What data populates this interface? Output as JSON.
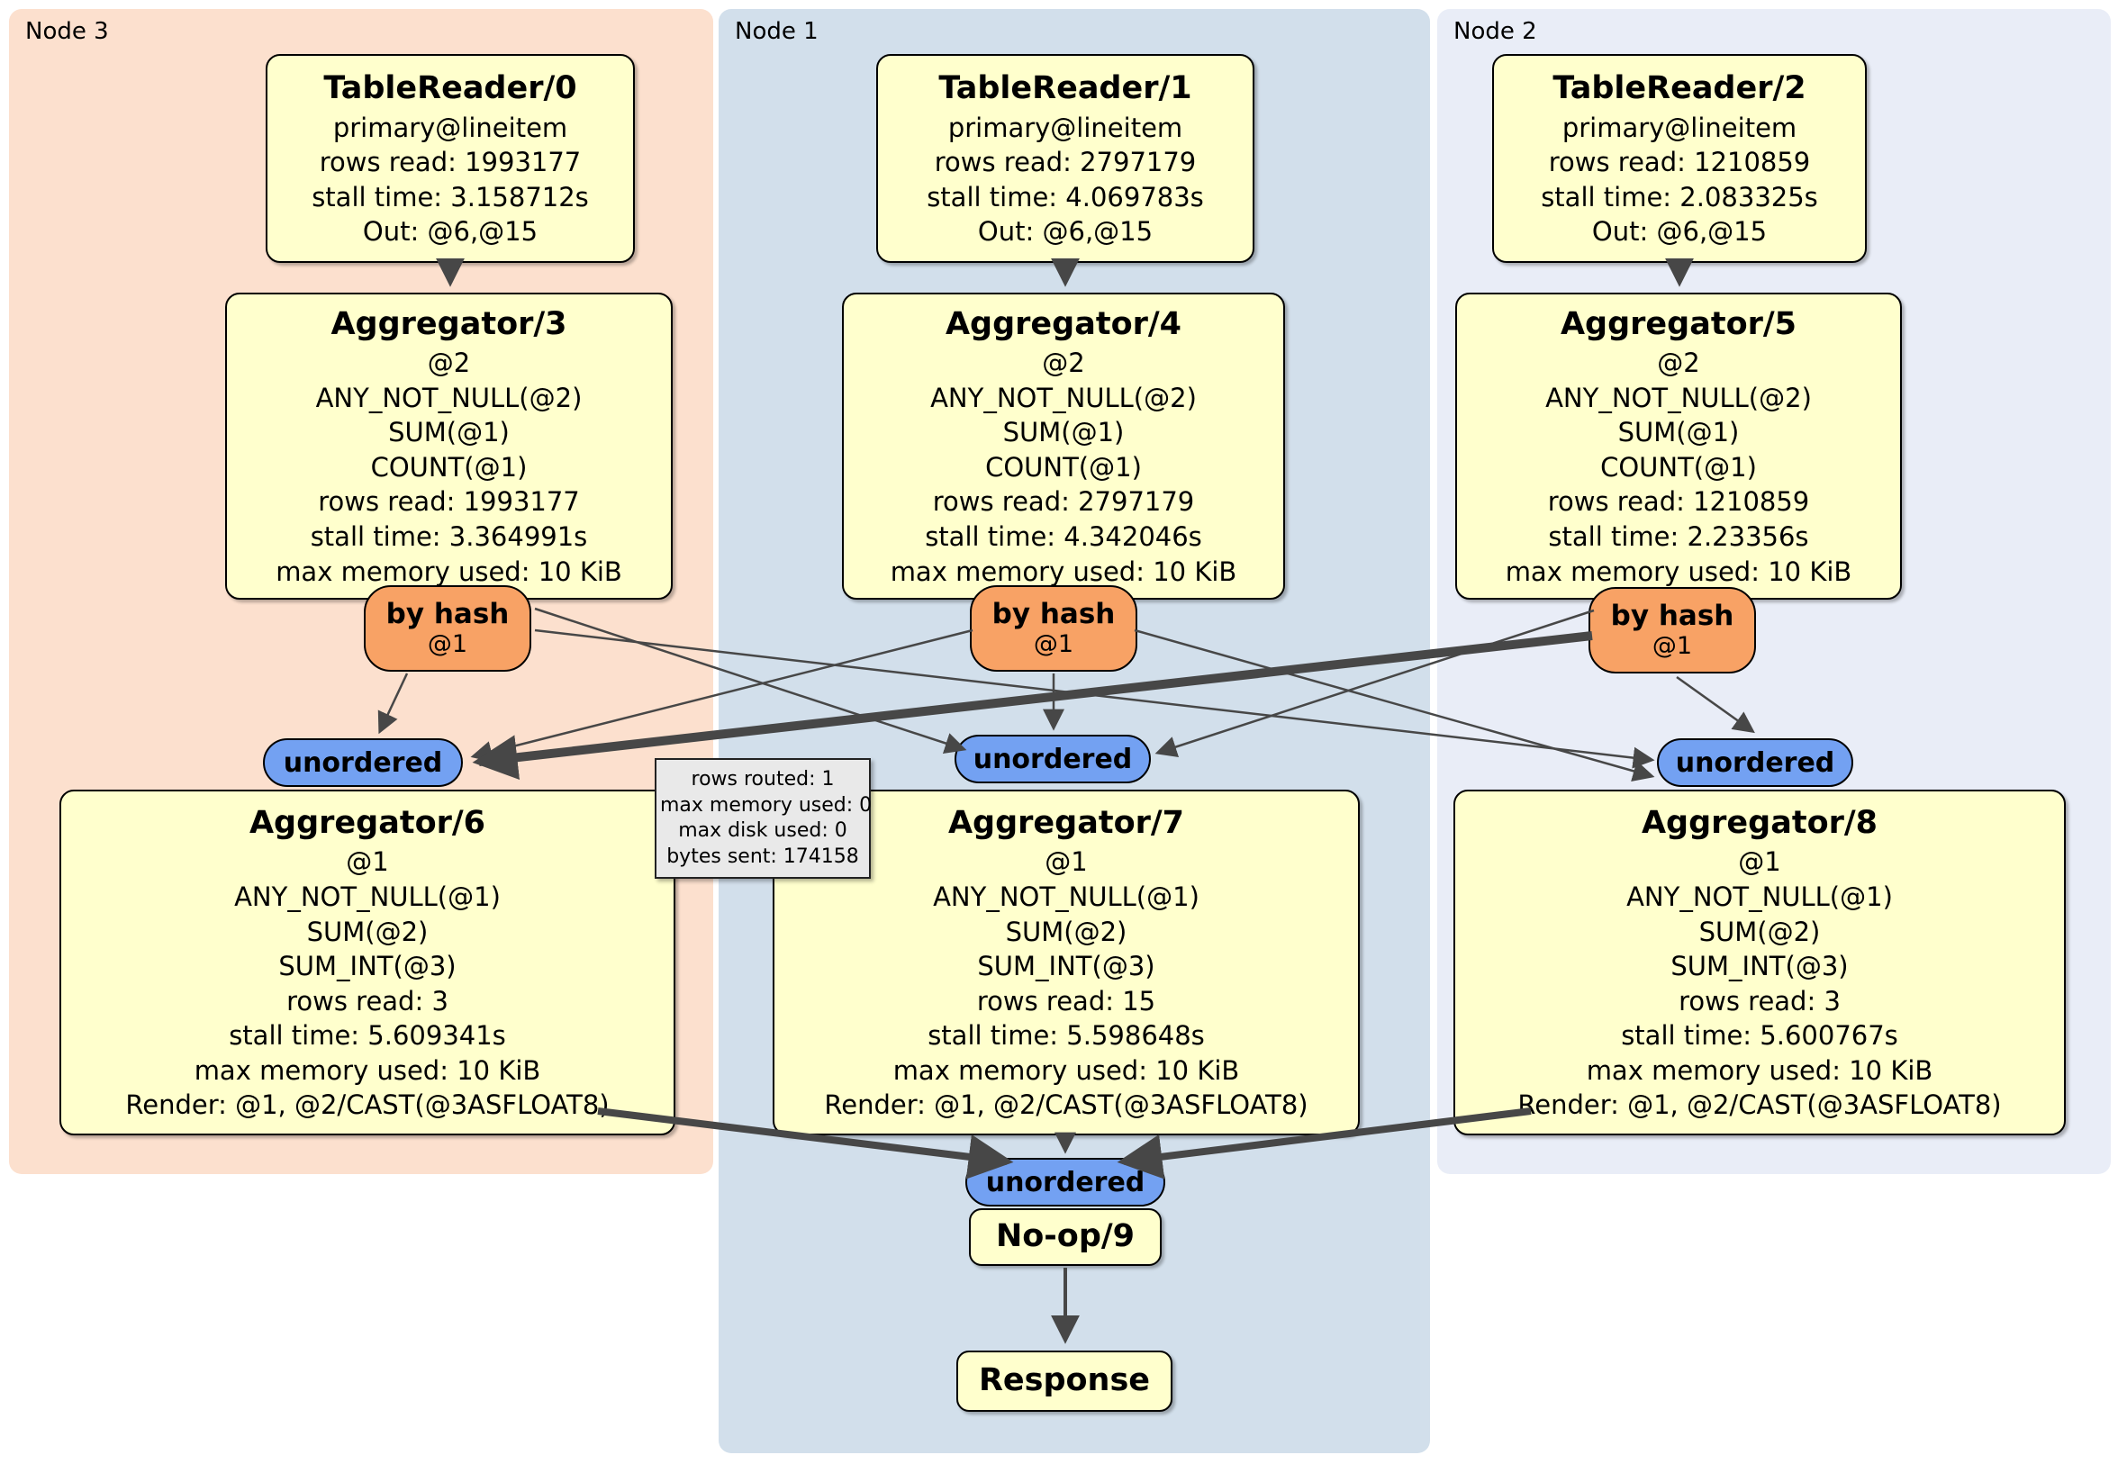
{
  "panels": {
    "node3": {
      "label": "Node 3",
      "bg": "#fce0ce"
    },
    "node1": {
      "label": "Node 1",
      "bg": "#d2dfeb"
    },
    "node2": {
      "label": "Node 2",
      "bg": "#e9edf7"
    }
  },
  "colors": {
    "processor_fill": "#ffffcd",
    "router_fill": "#f8a265",
    "sync_fill": "#73a1f2",
    "edge": "#474747",
    "tooltip_fill": "#e9e9e9"
  },
  "processors": {
    "tr0": {
      "title": "TableReader/0",
      "lines": [
        "primary@lineitem",
        "rows read: 1993177",
        "stall time: 3.158712s",
        "Out: @6,@15"
      ]
    },
    "tr1": {
      "title": "TableReader/1",
      "lines": [
        "primary@lineitem",
        "rows read: 2797179",
        "stall time: 4.069783s",
        "Out: @6,@15"
      ]
    },
    "tr2": {
      "title": "TableReader/2",
      "lines": [
        "primary@lineitem",
        "rows read: 1210859",
        "stall time: 2.083325s",
        "Out: @6,@15"
      ]
    },
    "agg3": {
      "title": "Aggregator/3",
      "lines": [
        "@2",
        "ANY_NOT_NULL(@2)",
        "SUM(@1)",
        "COUNT(@1)",
        "rows read: 1993177",
        "stall time: 3.364991s",
        "max memory used: 10 KiB"
      ]
    },
    "agg4": {
      "title": "Aggregator/4",
      "lines": [
        "@2",
        "ANY_NOT_NULL(@2)",
        "SUM(@1)",
        "COUNT(@1)",
        "rows read: 2797179",
        "stall time: 4.342046s",
        "max memory used: 10 KiB"
      ]
    },
    "agg5": {
      "title": "Aggregator/5",
      "lines": [
        "@2",
        "ANY_NOT_NULL(@2)",
        "SUM(@1)",
        "COUNT(@1)",
        "rows read: 1210859",
        "stall time: 2.23356s",
        "max memory used: 10 KiB"
      ]
    },
    "agg6": {
      "title": "Aggregator/6",
      "lines": [
        "@1",
        "ANY_NOT_NULL(@1)",
        "SUM(@2)",
        "SUM_INT(@3)",
        "rows read: 3",
        "stall time: 5.609341s",
        "max memory used: 10 KiB",
        "Render: @1, @2/CAST(@3ASFLOAT8)"
      ]
    },
    "agg7": {
      "title": "Aggregator/7",
      "lines": [
        "@1",
        "ANY_NOT_NULL(@1)",
        "SUM(@2)",
        "SUM_INT(@3)",
        "rows read: 15",
        "stall time: 5.598648s",
        "max memory used: 10 KiB",
        "Render: @1, @2/CAST(@3ASFLOAT8)"
      ]
    },
    "agg8": {
      "title": "Aggregator/8",
      "lines": [
        "@1",
        "ANY_NOT_NULL(@1)",
        "SUM(@2)",
        "SUM_INT(@3)",
        "rows read: 3",
        "stall time: 5.600767s",
        "max memory used: 10 KiB",
        "Render: @1, @2/CAST(@3ASFLOAT8)"
      ]
    },
    "noop": {
      "title": "No-op/9"
    },
    "response": {
      "title": "Response"
    }
  },
  "router": {
    "label": "by hash",
    "sub": "@1"
  },
  "sync": {
    "label": "unordered"
  },
  "tooltip": {
    "lines": [
      "rows routed: 1",
      "max memory used: 0",
      "max disk used: 0",
      "bytes sent: 174158"
    ]
  }
}
